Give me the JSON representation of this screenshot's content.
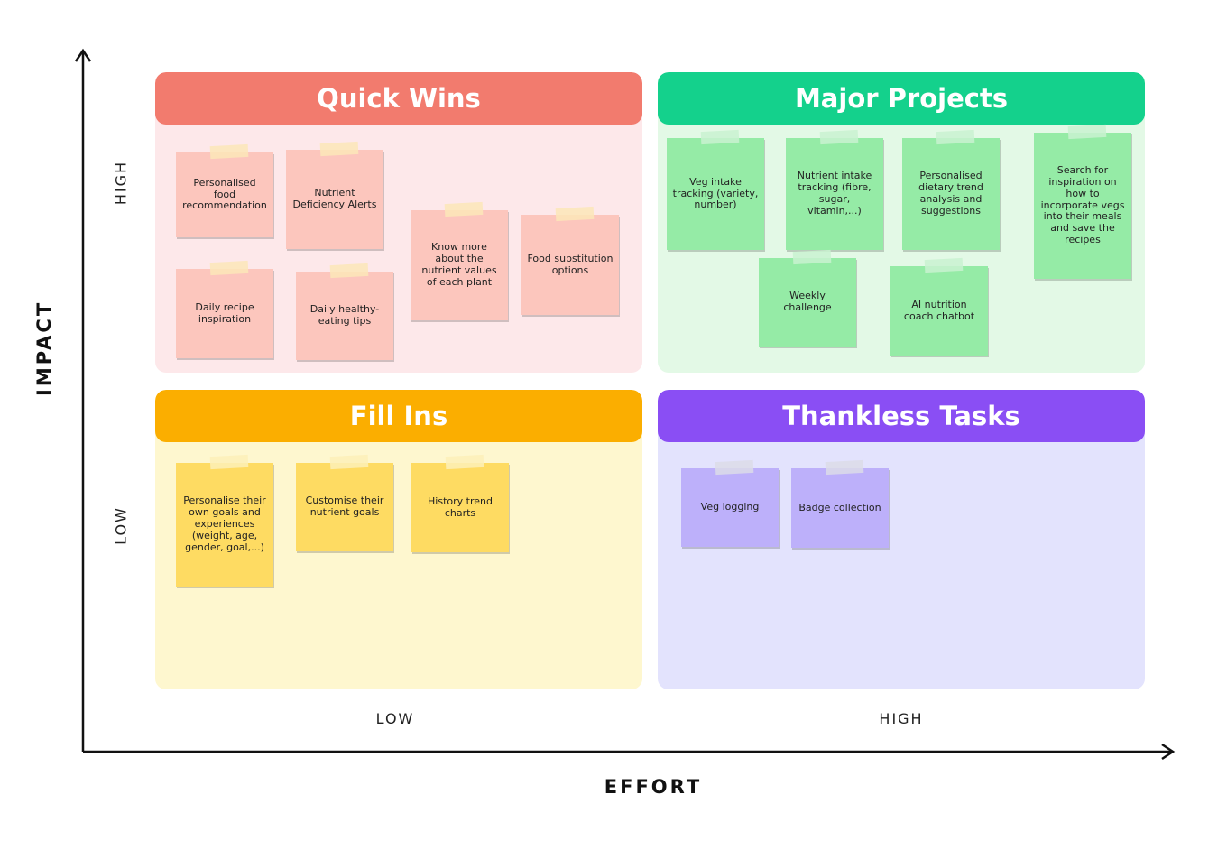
{
  "axes": {
    "y_label": "IMPACT",
    "x_label": "EFFORT",
    "y_high": "HIGH",
    "y_low": "LOW",
    "x_low": "LOW",
    "x_high": "HIGH"
  },
  "colors": {
    "quick_wins": "#f27b6e",
    "quick_wins_bg": "#fde8ea",
    "quick_wins_note": "#fcc6bd",
    "major_projects": "#14d18c",
    "major_projects_bg": "#e3f9e6",
    "major_projects_note": "#95eba6",
    "fill_ins": "#fbae00",
    "fill_ins_bg": "#fef7cf",
    "fill_ins_note": "#fedb62",
    "thankless_tasks": "#8a4ef4",
    "thankless_tasks_bg": "#e3e3fd",
    "thankless_tasks_note": "#bdb0fa"
  },
  "quadrants": {
    "quick_wins": {
      "title": "Quick Wins",
      "notes": [
        "Personalised food recommendation",
        "Nutrient Deficiency Alerts",
        "Know more about the nutrient values of each plant",
        "Food substitution options",
        "Daily recipe inspiration",
        "Daily healthy-eating tips"
      ]
    },
    "major_projects": {
      "title": "Major Projects",
      "notes": [
        "Veg intake tracking (variety, number)",
        "Nutrient intake tracking (fibre, sugar, vitamin,...)",
        "Personalised dietary trend analysis and suggestions",
        "Search for inspiration on how to incorporate vegs into their meals and save the recipes",
        "Weekly challenge",
        "AI nutrition coach chatbot"
      ]
    },
    "fill_ins": {
      "title": "Fill Ins",
      "notes": [
        "Personalise their own goals and experiences (weight, age, gender, goal,...)",
        "Customise their nutrient goals",
        "History trend charts"
      ]
    },
    "thankless_tasks": {
      "title": "Thankless Tasks",
      "notes": [
        "Veg logging",
        "Badge collection"
      ]
    }
  }
}
